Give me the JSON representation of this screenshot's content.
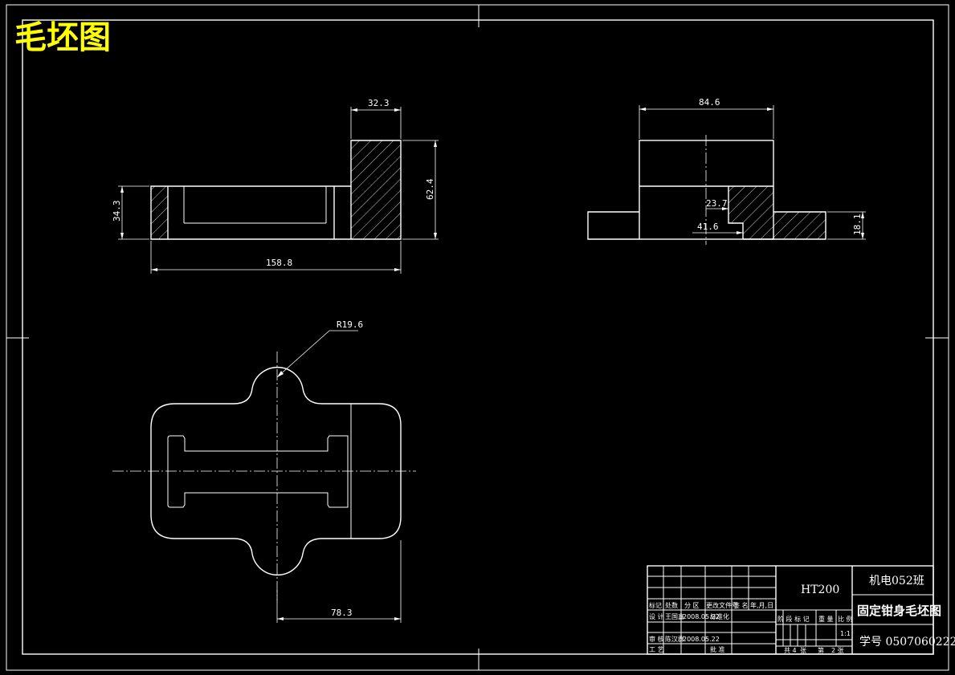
{
  "title": "毛坯图",
  "colors": {
    "background": "#000000",
    "lines": "#ffffff",
    "title": "#ffff00"
  },
  "dimensions": {
    "d_32_3": "32.3",
    "d_62_4": "62.4",
    "d_34_3": "34.3",
    "d_158_8": "158.8",
    "d_84_6": "84.6",
    "d_23_7": "23.7",
    "d_41_6": "41.6",
    "d_18_1": "18.1",
    "d_r19_6": "R19.6",
    "d_78_3": "78.3"
  },
  "title_block": {
    "material": "HT200",
    "class_name": "机电052班",
    "part_name": "固定钳身毛坯图",
    "student_no": "学号 0507060222",
    "scale": "1:1",
    "row_mark": [
      "标记",
      "处数",
      "分 区",
      "更改文件号",
      "签 名",
      "年,月,日"
    ],
    "design_label": "设 计",
    "designer": "王国鑫",
    "design_date": "2008.05.22",
    "standard_label": "标准化",
    "review_label": "审 核",
    "reviewer": "陈汉群",
    "review_date": "2008.05.22",
    "process_label": "工 艺",
    "approve_label": "批 准",
    "stage_labels": [
      "阶 段 标 记",
      "重 量",
      "比 例"
    ],
    "sheets": [
      "共 4",
      "张",
      "第",
      "2 张"
    ]
  }
}
